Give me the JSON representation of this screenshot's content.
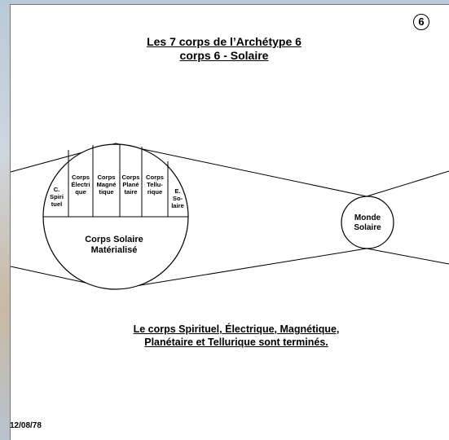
{
  "badge": "6",
  "title": {
    "line1": "Les 7 corps de l’Archétype 6",
    "line2": "corps 6 - Solaire"
  },
  "diagram": {
    "segments": [
      "C.\nSpiri\ntuel",
      "Corps\nÉlectri\nque",
      "Corps\nMagné\ntique",
      "Corps\nPlané\ntaire",
      "Corps\nTellu-\nrique",
      "E.\nSo-\nlaire"
    ],
    "bottom_label": "Corps Solaire\nMatérialisé",
    "right_circle_label": "Monde\nSolaire"
  },
  "caption": {
    "line1": "Le corps Spirituel, Électrique, Magnétique,",
    "line2": "Planétaire et Tellurique sont terminés."
  },
  "date": "12/08/78"
}
